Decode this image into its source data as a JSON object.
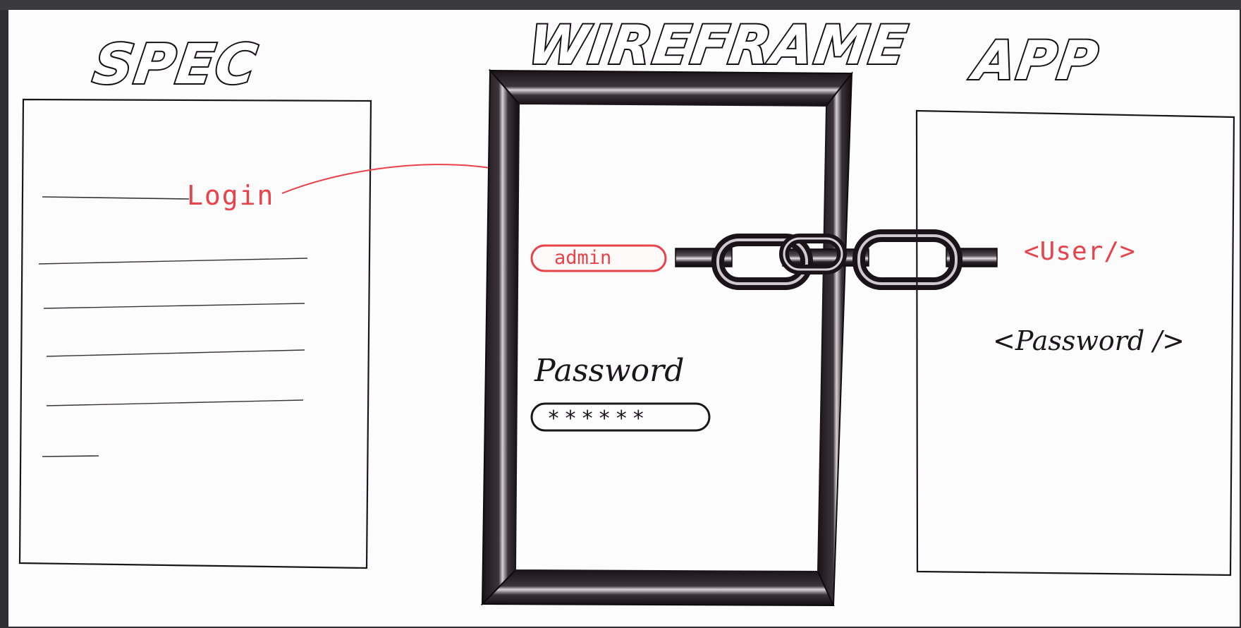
{
  "titles": {
    "spec": "SPEC",
    "wireframe": "WIREFRAME",
    "app": "APP"
  },
  "spec_panel": {
    "login_label": "Login"
  },
  "wireframe_panel": {
    "username_value": "admin",
    "password_label": "Password",
    "password_value": "******"
  },
  "app_panel": {
    "user_tag": "<User/>",
    "password_tag": "<Password />"
  },
  "colors": {
    "ink": "#1b161b",
    "accent_red": "#e8424a",
    "paper": "#fcfcfd"
  },
  "icons": {
    "chain": "chain-link-icon"
  }
}
